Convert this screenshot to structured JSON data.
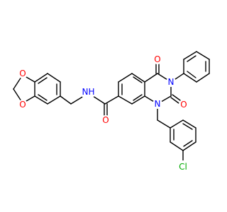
{
  "atoms": {
    "o_top": {
      "text": "O",
      "color": "#ff0000"
    },
    "n3": {
      "text": "N",
      "color": "#0000ff"
    },
    "o_right": {
      "text": "O",
      "color": "#ff0000"
    },
    "n1": {
      "text": "N",
      "color": "#0000ff"
    },
    "nh": {
      "text": "N",
      "color": "#0000ff"
    },
    "nh_h": {
      "text": "H",
      "color": "#0000ff"
    },
    "o_amide": {
      "text": "O",
      "color": "#ff0000"
    },
    "o_diox1": {
      "text": "O",
      "color": "#ff0000"
    },
    "o_diox2": {
      "text": "O",
      "color": "#ff0000"
    },
    "cl": {
      "text": "Cl",
      "color": "#00aa00"
    }
  }
}
